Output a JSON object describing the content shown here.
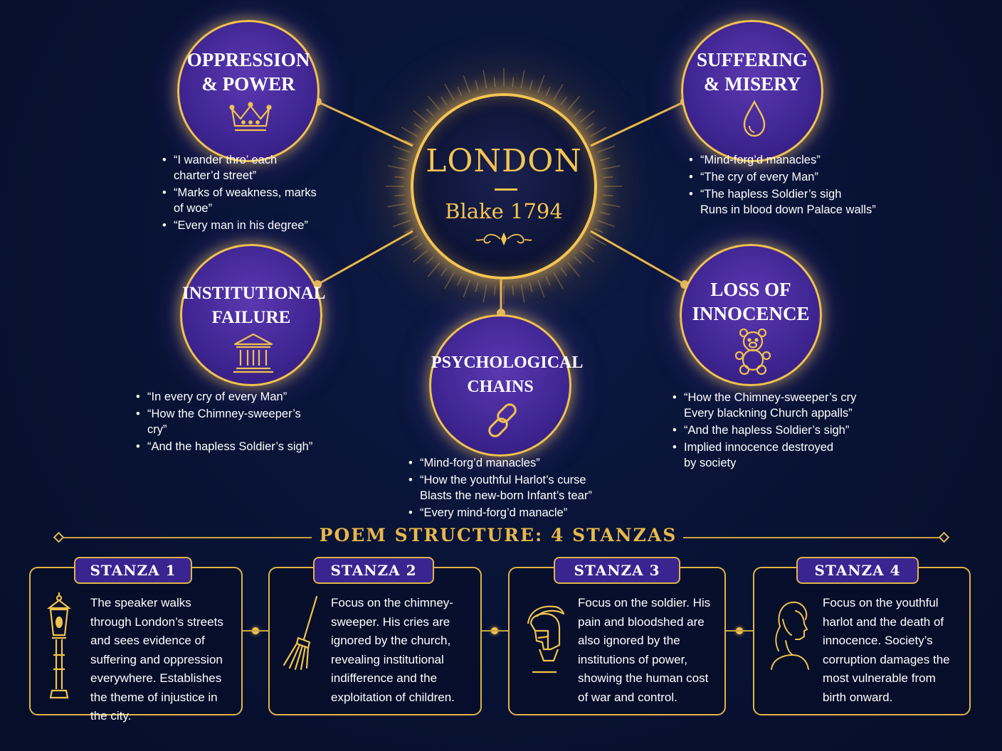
{
  "hub": {
    "title": "LONDON",
    "subtitle": "Blake 1794"
  },
  "themes": [
    {
      "id": "oppression",
      "title": [
        "OPPRESSION",
        "& POWER"
      ],
      "icon": "crown-icon",
      "quotes": [
        "“I wander thro’ each\n charter’d street”",
        "“Marks of weakness, marks\n of woe”",
        "“Every man in his degree”"
      ]
    },
    {
      "id": "suffering",
      "title": [
        "SUFFERING",
        "& MISERY"
      ],
      "icon": "drop-icon",
      "quotes": [
        "“Mind-forg’d manacles”",
        "“The cry of every Man”",
        "“The hapless Soldier’s sigh\n Runs in blood down Palace walls”"
      ]
    },
    {
      "id": "institutional",
      "title": [
        "INSTITUTIONAL",
        "FAILURE"
      ],
      "icon": "institution-icon",
      "quotes": [
        "“In every cry of every Man”",
        "“How the Chimney-sweeper’s\n cry”",
        "“And the hapless Soldier’s sigh”"
      ]
    },
    {
      "id": "psychological",
      "title": [
        "PSYCHOLOGICAL",
        "CHAINS"
      ],
      "icon": "chain-link-icon",
      "quotes": [
        "“Mind-forg’d manacles”",
        "“How the youthful Harlot’s curse\n Blasts the new-born Infant’s tear”",
        "“Every mind-forg’d manacle”"
      ]
    },
    {
      "id": "innocence",
      "title": [
        "LOSS OF",
        "INNOCENCE"
      ],
      "icon": "teddy-bear-icon",
      "quotes": [
        "“How the Chimney-sweeper’s cry\n Every blackning Church appalls”",
        "“And the hapless Soldier’s sigh”",
        "Implied innocence destroyed\n by society"
      ]
    }
  ],
  "structure": {
    "title": "POEM STRUCTURE: 4 STANZAS",
    "stanzas": [
      {
        "label": "STANZA 1",
        "icon": "street-lamp-icon",
        "text": "The speaker walks through London’s streets and sees evidence of suffering and oppression everywhere. Establishes the theme of injustice in the city."
      },
      {
        "label": "STANZA 2",
        "icon": "broom-icon",
        "text": "Focus on the chimney-sweeper. His cries are ignored by the church, revealing institutional indifference and the exploitation of children."
      },
      {
        "label": "STANZA 3",
        "icon": "soldier-helmet-icon",
        "text": "Focus on the soldier. His pain and bloodshed are also ignored by the institutions of power, showing the human cost of war and control."
      },
      {
        "label": "STANZA 4",
        "icon": "woman-profile-icon",
        "text": "Focus on the youthful harlot and the death of innocence. Society’s corruption damages the most vulnerable from birth onward."
      }
    ]
  },
  "colors": {
    "background": "#081233",
    "gold": "#f0c24e",
    "purple": "#3f2592"
  }
}
